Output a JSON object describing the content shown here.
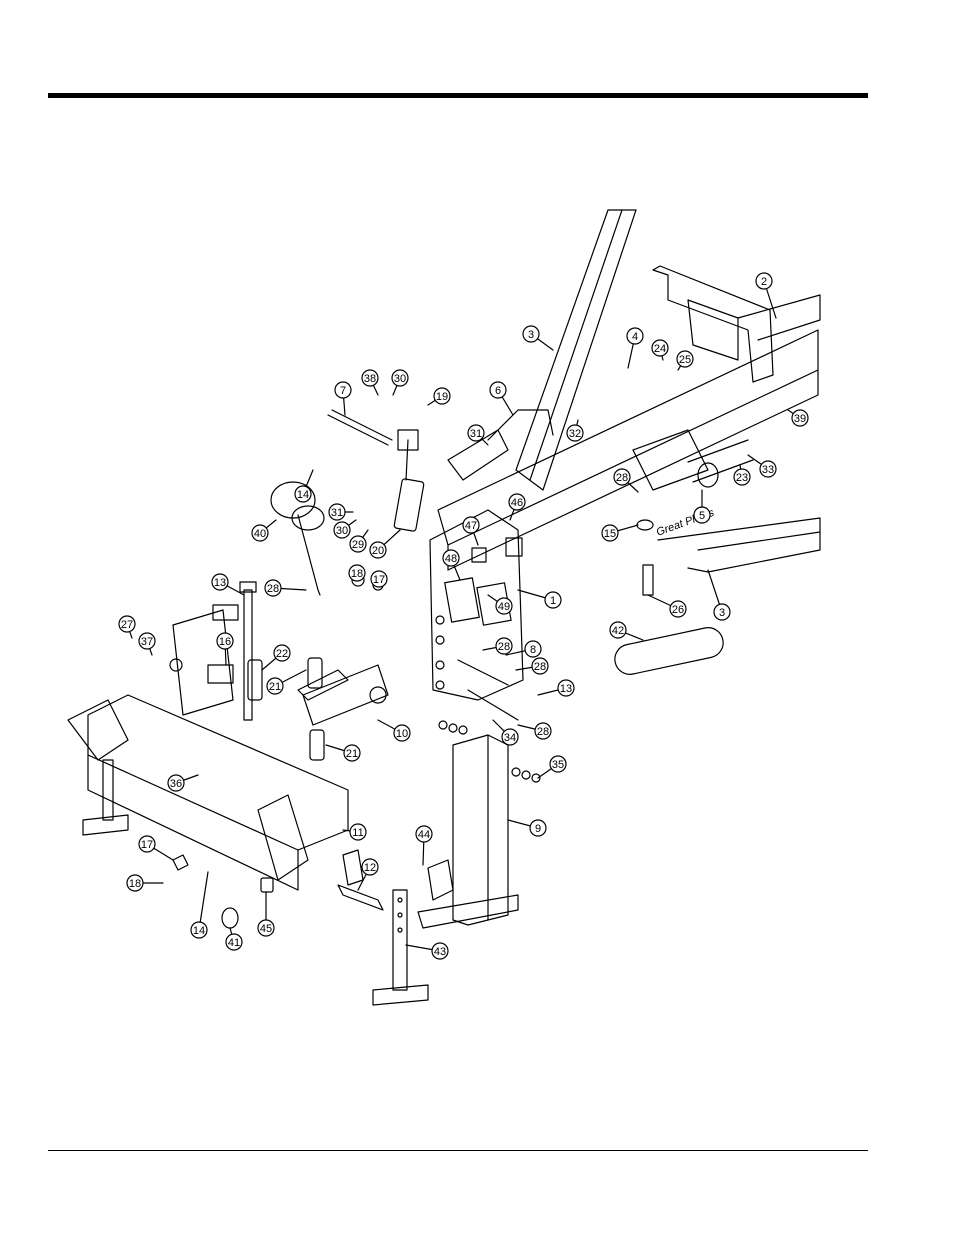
{
  "header": {
    "link_left": "",
    "link_right": ""
  },
  "callouts": [
    {
      "id": "c1",
      "label": "1"
    },
    {
      "id": "c2",
      "label": "2"
    },
    {
      "id": "c3a",
      "label": "3"
    },
    {
      "id": "c3b",
      "label": "3"
    },
    {
      "id": "c4",
      "label": "4"
    },
    {
      "id": "c5",
      "label": "5"
    },
    {
      "id": "c6",
      "label": "6"
    },
    {
      "id": "c7",
      "label": "7"
    },
    {
      "id": "c8",
      "label": "8"
    },
    {
      "id": "c9",
      "label": "9"
    },
    {
      "id": "c10",
      "label": "10"
    },
    {
      "id": "c11",
      "label": "11"
    },
    {
      "id": "c12",
      "label": "12"
    },
    {
      "id": "c13a",
      "label": "13"
    },
    {
      "id": "c13b",
      "label": "13"
    },
    {
      "id": "c14a",
      "label": "14"
    },
    {
      "id": "c14b",
      "label": "14"
    },
    {
      "id": "c15",
      "label": "15"
    },
    {
      "id": "c16",
      "label": "16"
    },
    {
      "id": "c17a",
      "label": "17"
    },
    {
      "id": "c17b",
      "label": "17"
    },
    {
      "id": "c18a",
      "label": "18"
    },
    {
      "id": "c18b",
      "label": "18"
    },
    {
      "id": "c19",
      "label": "19"
    },
    {
      "id": "c20",
      "label": "20"
    },
    {
      "id": "c21a",
      "label": "21"
    },
    {
      "id": "c21b",
      "label": "21"
    },
    {
      "id": "c22",
      "label": "22"
    },
    {
      "id": "c23",
      "label": "23"
    },
    {
      "id": "c24",
      "label": "24"
    },
    {
      "id": "c25",
      "label": "25"
    },
    {
      "id": "c26",
      "label": "26"
    },
    {
      "id": "c27",
      "label": "27"
    },
    {
      "id": "c28a",
      "label": "28"
    },
    {
      "id": "c28b",
      "label": "28"
    },
    {
      "id": "c28c",
      "label": "28"
    },
    {
      "id": "c28d",
      "label": "28"
    },
    {
      "id": "c28e",
      "label": "28"
    },
    {
      "id": "c29",
      "label": "29"
    },
    {
      "id": "c30a",
      "label": "30"
    },
    {
      "id": "c30b",
      "label": "30"
    },
    {
      "id": "c31a",
      "label": "31"
    },
    {
      "id": "c31b",
      "label": "31"
    },
    {
      "id": "c32",
      "label": "32"
    },
    {
      "id": "c33",
      "label": "33"
    },
    {
      "id": "c34",
      "label": "34"
    },
    {
      "id": "c35",
      "label": "35"
    },
    {
      "id": "c36",
      "label": "36"
    },
    {
      "id": "c37",
      "label": "37"
    },
    {
      "id": "c38",
      "label": "38"
    },
    {
      "id": "c39",
      "label": "39"
    },
    {
      "id": "c40",
      "label": "40"
    },
    {
      "id": "c41",
      "label": "41"
    },
    {
      "id": "c42",
      "label": "42"
    },
    {
      "id": "c43",
      "label": "43"
    },
    {
      "id": "c44",
      "label": "44"
    },
    {
      "id": "c45",
      "label": "45"
    },
    {
      "id": "c46",
      "label": "46"
    },
    {
      "id": "c47",
      "label": "47"
    },
    {
      "id": "c48",
      "label": "48"
    },
    {
      "id": "c49",
      "label": "49"
    }
  ],
  "decal_text": "Great Plains"
}
